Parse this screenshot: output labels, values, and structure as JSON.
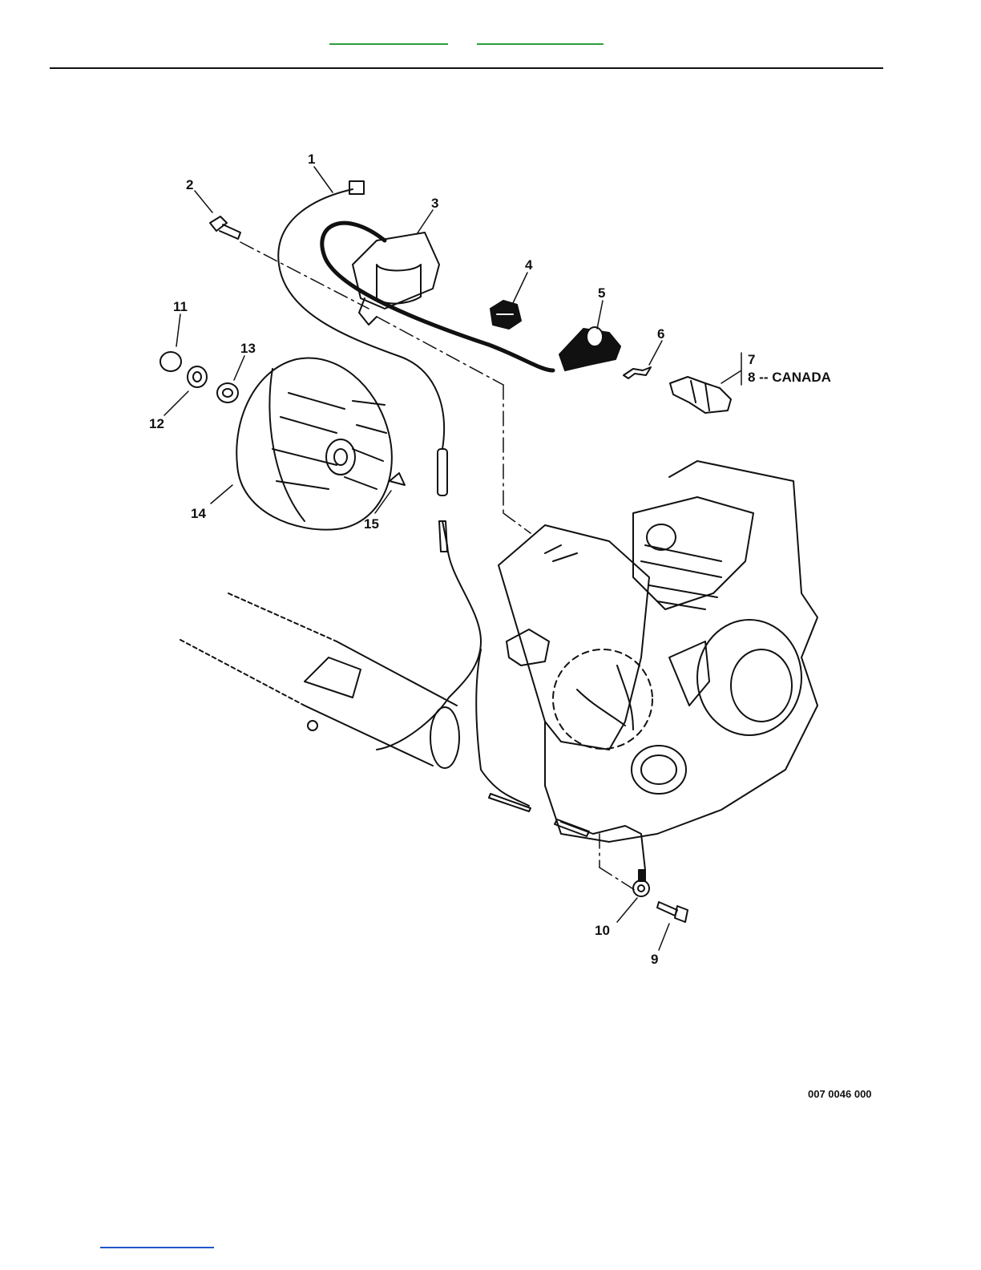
{
  "header": {
    "nav_links": [
      "",
      ""
    ]
  },
  "callouts": {
    "c1": "1",
    "c2": "2",
    "c3": "3",
    "c4": "4",
    "c5": "5",
    "c6": "6",
    "c7": "7",
    "c8": "8 -- CANADA",
    "c9": "9",
    "c10": "10",
    "c11": "11",
    "c12": "12",
    "c13": "13",
    "c14": "14",
    "c15": "15"
  },
  "drawing_code": "007 0046 000",
  "colors": {
    "link_green": "#2e9e3e",
    "link_blue": "#2255cc",
    "ink": "#111111"
  }
}
